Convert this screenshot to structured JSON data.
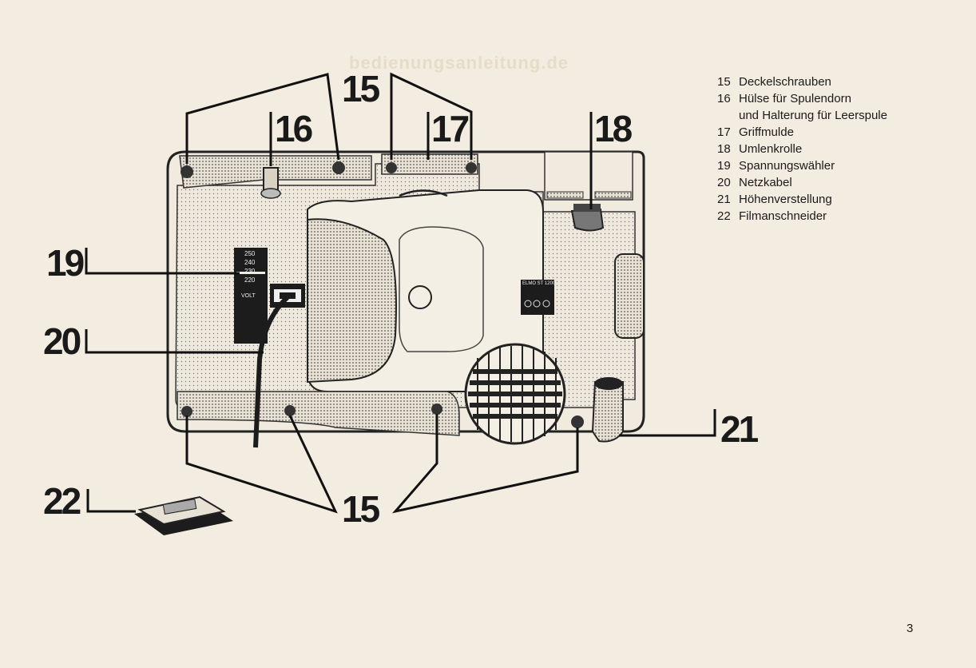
{
  "watermark": "bedienungsanleitung.de",
  "legend": [
    {
      "num": "15",
      "text": "Deckelschrauben"
    },
    {
      "num": "16",
      "text": "Hülse für Spulendorn",
      "text2": "und Halterung für Leerspule"
    },
    {
      "num": "17",
      "text": "Griffmulde"
    },
    {
      "num": "18",
      "text": "Umlenkrolle"
    },
    {
      "num": "19",
      "text": "Spannungswähler"
    },
    {
      "num": "20",
      "text": "Netzkabel"
    },
    {
      "num": "21",
      "text": "Höhenverstellung"
    },
    {
      "num": "22",
      "text": "Filmanschneider"
    }
  ],
  "callouts": {
    "c15_top": "15",
    "c16": "16",
    "c17": "17",
    "c18": "18",
    "c19": "19",
    "c20": "20",
    "c21": "21",
    "c22": "22",
    "c15_bottom": "15"
  },
  "voltage_selector": {
    "values": [
      "250",
      "240",
      "230",
      "220"
    ],
    "unit": "VOLT"
  },
  "rating_plate": "ELMO ST 1200",
  "page_number": "3"
}
